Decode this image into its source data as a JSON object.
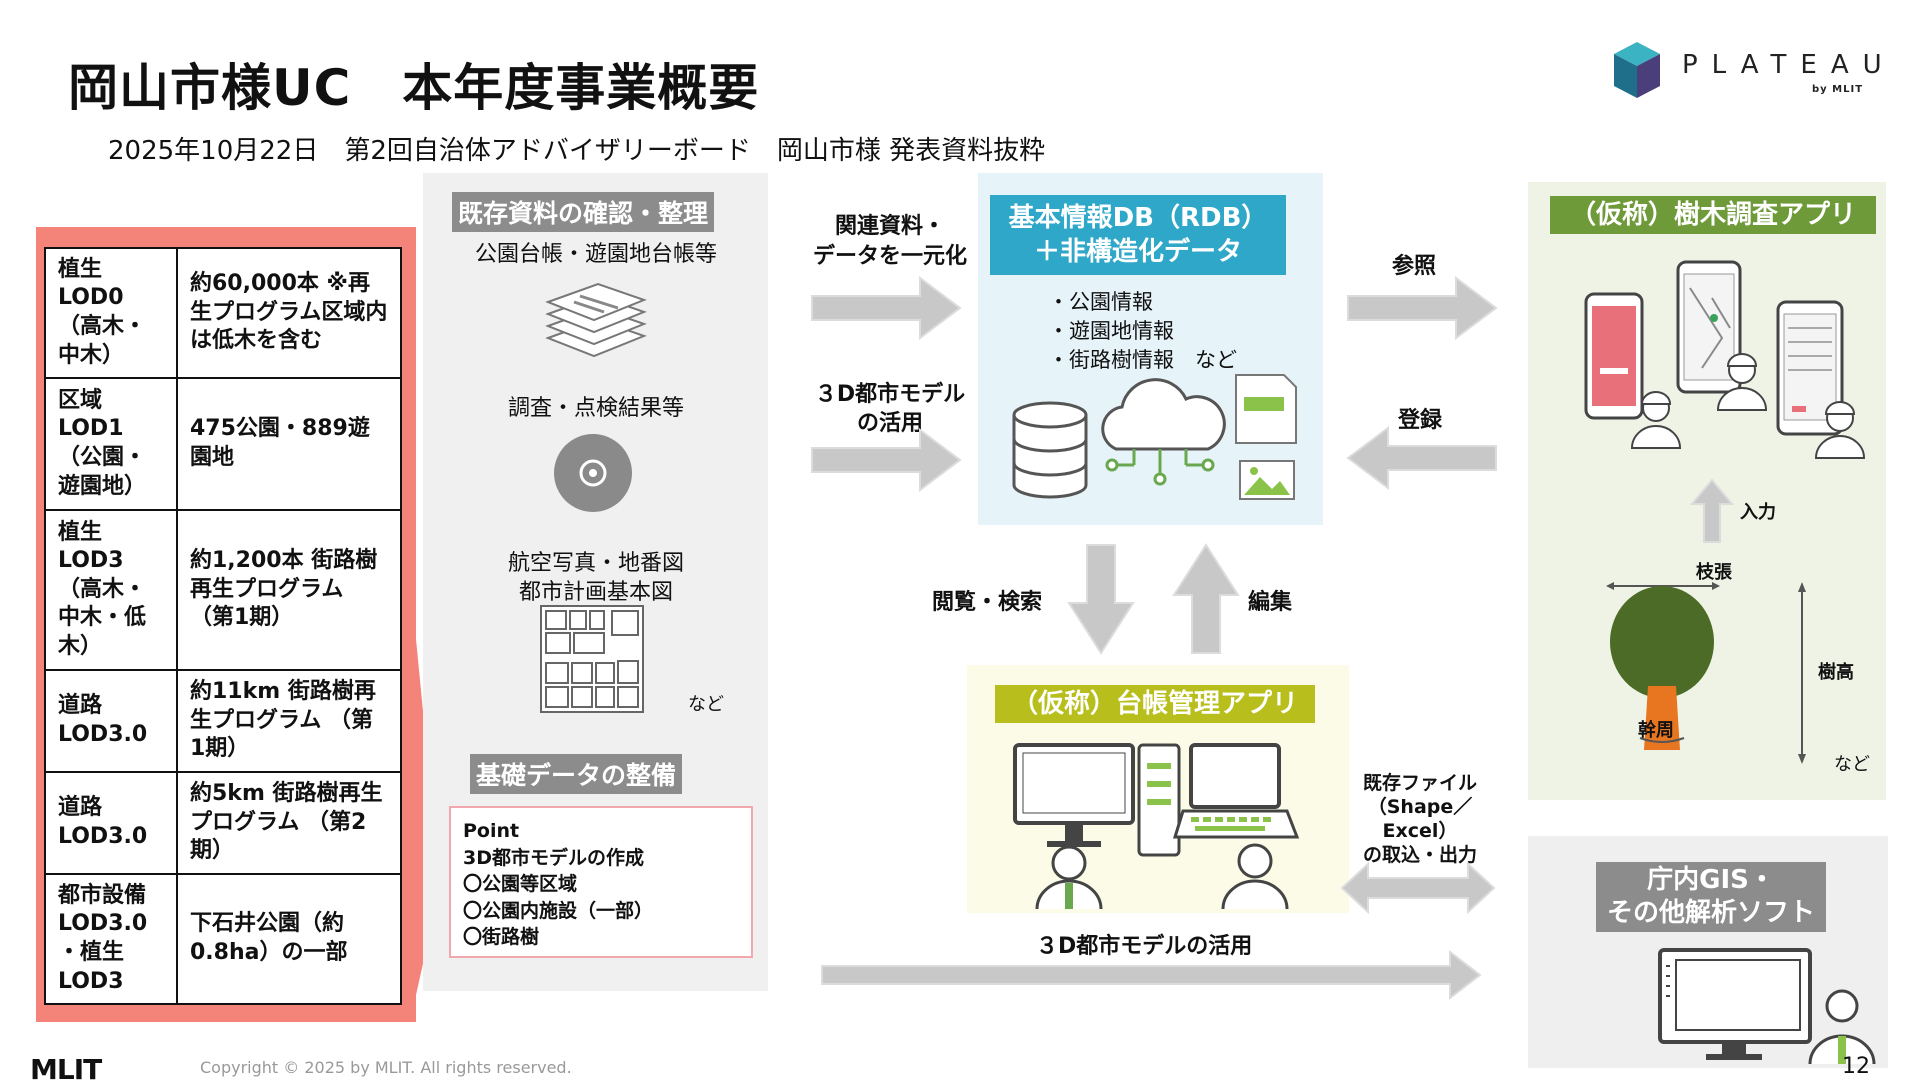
{
  "header": {
    "title": "岡山市様UC　本年度事業概要",
    "subtitle": "2025年10月22日　第2回自治体アドバイザリーボード　岡山市様 発表資料抜粋",
    "logo_text": "PLATEAU",
    "logo_sub": "by MLIT"
  },
  "lod_table": {
    "rows": [
      {
        "category": "植生 LOD0 （高木・中木）",
        "detail": "約60,000本 ※再生プログラム区域内は低木を含む"
      },
      {
        "category": "区域 LOD1 （公園・遊園地）",
        "detail": "475公園・889遊園地"
      },
      {
        "category": "植生 LOD3 （高木・中木・低木）",
        "detail": "約1,200本 街路樹再生プログラム （第1期）"
      },
      {
        "category": "道路 LOD3.0",
        "detail": "約11km 街路樹再生プログラム （第1期）"
      },
      {
        "category": "道路 LOD3.0",
        "detail": "約5km 街路樹再生プログラム （第2期）"
      },
      {
        "category": "都市設備 LOD3.0 ・植生 LOD3",
        "detail": "下石井公園（約0.8ha）の一部"
      }
    ]
  },
  "existing_materials": {
    "heading": "既存資料の確認・整理",
    "item1": "公園台帳・遊園地台帳等",
    "item2": "調査・点検結果等",
    "item3_line1": "航空写真・地番図",
    "item3_line2": "都市計画基本図",
    "etc": "など"
  },
  "basic_data": {
    "heading": "基礎データの整備",
    "point_title": "Point",
    "point_line1": "3D都市モデルの作成",
    "point_line2": "〇公園等区域",
    "point_line3": "〇公園内施設（一部）",
    "point_line4": "〇街路樹"
  },
  "flow_labels": {
    "unify_line1": "関連資料・",
    "unify_line2": "データを一元化",
    "use3d_line1": "３D都市モデル",
    "use3d_line2": "の活用",
    "refer": "参照",
    "register": "登録",
    "browse": "閲覧・検索",
    "edit": "編集",
    "input": "入力",
    "files_line1": "既存ファイル",
    "files_line2": "（Shape／",
    "files_line3": "Excel）",
    "files_line4": "の取込・出力",
    "use3d_bottom": "３D都市モデルの活用"
  },
  "database": {
    "heading_line1": "基本情報DB（RDB）",
    "heading_line2": "＋非構造化データ",
    "items": [
      "・公園情報",
      "・遊園地情報",
      "・街路樹情報　など"
    ]
  },
  "ledger_app": {
    "heading": "（仮称）台帳管理アプリ"
  },
  "tree_app": {
    "heading": "（仮称）樹木調査アプリ",
    "spread": "枝張",
    "height": "樹高",
    "girth": "幹周",
    "etc": "など"
  },
  "gis": {
    "heading_line1": "庁内GIS・",
    "heading_line2": "その他解析ソフト"
  },
  "footer": {
    "mlit": "MLIT",
    "copyright": "Copyright © 2025 by MLIT. All rights reserved.",
    "page": "12"
  },
  "colors": {
    "left_frame": "#f4837a",
    "db_band": "#2fa7c9",
    "ledger_band": "#b8bf1c",
    "tree_band": "#6f9a3a",
    "gray_band": "#8c8c8c",
    "tree_crown": "#4b6b26",
    "tree_trunk": "#e8751f"
  }
}
